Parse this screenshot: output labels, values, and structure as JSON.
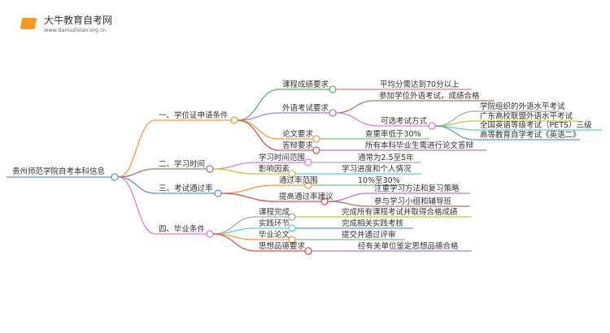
{
  "logo": {
    "name": "大牛教育自考网",
    "url": "www.daniuzixiao.org.cn"
  },
  "root": "贵州师范学院自考本科信息",
  "branches": [
    {
      "label": "一、学位证申请条件",
      "color": "#ff9a3c",
      "children": [
        {
          "label": "课程成绩要求",
          "color": "#5cb85c",
          "leaves": [
            {
              "label": "平均分需达到70分以上",
              "color": "#f08080"
            }
          ]
        },
        {
          "label": "外语考试要求",
          "color": "#a97fd6",
          "leaves": [
            {
              "label": "参加学位外语考试，成绩合格",
              "color": "#a07a6e"
            },
            {
              "label": "可选考试方式",
              "color": "#e57bc8",
              "leaves": [
                {
                  "label": "学院组织的外语水平考试",
                  "color": "#aaaaaa"
                },
                {
                  "label": "广东高校联盟外语水平考试",
                  "color": "#c8c83c"
                },
                {
                  "label": "全国英语等级考试（PETS）三级",
                  "color": "#5bd0dc"
                },
                {
                  "label": "高等教育自学考试《英语二》",
                  "color": "#5b9bd5"
                }
              ]
            }
          ]
        },
        {
          "label": "论文要求",
          "color": "#ff9a3c",
          "leaves": [
            {
              "label": "查重率低于30%",
              "color": "#7cc47c"
            }
          ]
        },
        {
          "label": "答辩要求",
          "color": "#e05050",
          "leaves": [
            {
              "label": "所有本科毕业生需进行论文答辩",
              "color": "#a97fd6"
            }
          ]
        }
      ]
    },
    {
      "label": "二、学习时间",
      "color": "#a07a6e",
      "children": [
        {
          "label": "学习时间范围",
          "color": "#e57bc8",
          "leaves": [
            {
              "label": "通常为2.5至5年",
              "color": "#aaaaaa"
            }
          ]
        },
        {
          "label": "影响因素",
          "color": "#c8c83c",
          "leaves": [
            {
              "label": "学习进度和个人情况",
              "color": "#5bd0dc"
            }
          ]
        }
      ]
    },
    {
      "label": "三、考试通过率",
      "color": "#5b9bd5",
      "children": [
        {
          "label": "通过率范围",
          "color": "#ff9a3c",
          "leaves": [
            {
              "label": "10%至30%",
              "color": "#7cc47c"
            }
          ]
        },
        {
          "label": "提高通过率建议",
          "color": "#e05050",
          "leaves": [
            {
              "label": "注重学习方法和复习策略",
              "color": "#a97fd6"
            },
            {
              "label": "参与学习小组和辅导班",
              "color": "#a07a6e"
            }
          ]
        }
      ]
    },
    {
      "label": "四、毕业条件",
      "color": "#e57bc8",
      "children": [
        {
          "label": "课程完成",
          "color": "#aaaaaa",
          "leaves": [
            {
              "label": "完成所有课程考试并取得合格成绩",
              "color": "#c8c83c"
            }
          ]
        },
        {
          "label": "实践环节",
          "color": "#5bd0dc",
          "leaves": [
            {
              "label": "完成相关实践考核",
              "color": "#5b9bd5"
            }
          ]
        },
        {
          "label": "毕业论文",
          "color": "#ff9a3c",
          "leaves": [
            {
              "label": "提交并通过评审",
              "color": "#7cc47c"
            }
          ]
        },
        {
          "label": "思想品德要求",
          "color": "#e05050",
          "leaves": [
            {
              "label": "经有关单位鉴定思想品德合格",
              "color": "#a97fd6"
            }
          ]
        }
      ]
    }
  ],
  "root_color": "#5b9bd5"
}
